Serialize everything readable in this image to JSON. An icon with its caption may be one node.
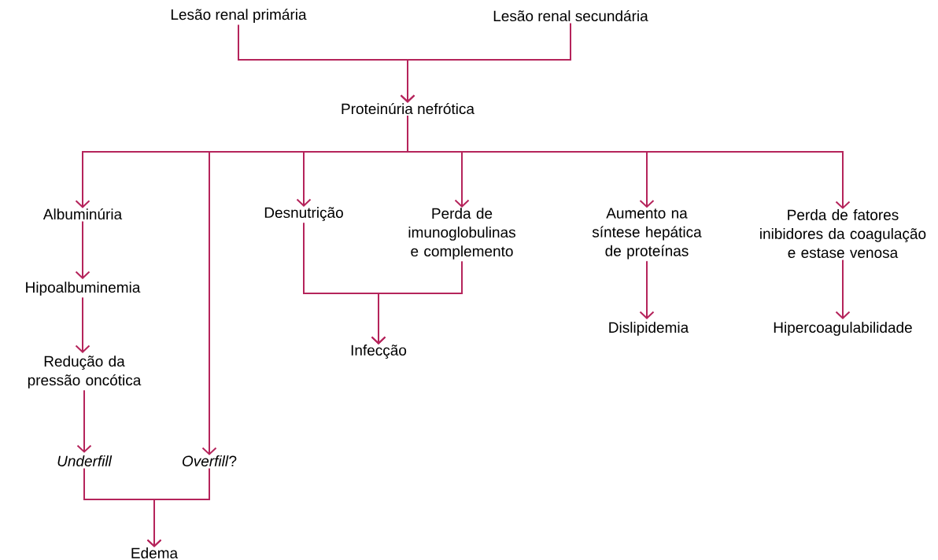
{
  "diagram": {
    "nodes": [
      {
        "text": [
          "Lesão renal primária"
        ]
      },
      {
        "text": [
          "Lesão renal secundária"
        ]
      },
      {
        "text": [
          "Proteinúria nefrótica"
        ]
      },
      {
        "text": [
          "Albuminúria"
        ]
      },
      {
        "text": [
          "Desnutrição"
        ]
      },
      {
        "text": [
          "Perda de imunoglobulinas e complemento"
        ]
      },
      {
        "text": [
          "Aumento na síntese hepática de proteínas"
        ]
      },
      {
        "text": [
          "Perda de fatores inibidores da coagulação e estase venosa"
        ]
      },
      {
        "text": [
          "Hipoalbuminemia"
        ]
      },
      {
        "text": [
          "Infecção"
        ]
      },
      {
        "text": [
          "Dislipidemia"
        ]
      },
      {
        "text": [
          "Hipercoagulabilidade"
        ]
      },
      {
        "text": [
          "Redução da pressão oncótica"
        ]
      },
      {
        "text": [
          "Underfill"
        ]
      },
      {
        "text": [
          "*Overfill*?"
        ]
      },
      {
        "text": [
          "Edema"
        ]
      }
    ],
    "edges": [
      {
        "from": 0,
        "to": 2,
        "arrow": "to"
      },
      {
        "from": 1,
        "to": 2,
        "arrow": "to"
      },
      {
        "from": 2,
        "to": 3,
        "arrow": "to"
      },
      {
        "from": 2,
        "to": 14,
        "arrow": "to"
      },
      {
        "from": 2,
        "to": 4,
        "arrow": "to"
      },
      {
        "from": 2,
        "to": 5,
        "arrow": "to"
      },
      {
        "from": 2,
        "to": 6,
        "arrow": "to"
      },
      {
        "from": 2,
        "to": 7,
        "arrow": "to"
      },
      {
        "from": 3,
        "to": 8,
        "arrow": "to"
      },
      {
        "from": 8,
        "to": 12,
        "arrow": "to"
      },
      {
        "from": 12,
        "to": 13,
        "arrow": "to"
      },
      {
        "from": 4,
        "to": 9,
        "arrow": "to"
      },
      {
        "from": 5,
        "to": 9,
        "arrow": "to"
      },
      {
        "from": 6,
        "to": 10,
        "arrow": "to"
      },
      {
        "from": 7,
        "to": 11,
        "arrow": "to"
      },
      {
        "from": 13,
        "to": 15,
        "arrow": "to"
      },
      {
        "from": 14,
        "to": 15,
        "arrow": "to"
      }
    ]
  }
}
